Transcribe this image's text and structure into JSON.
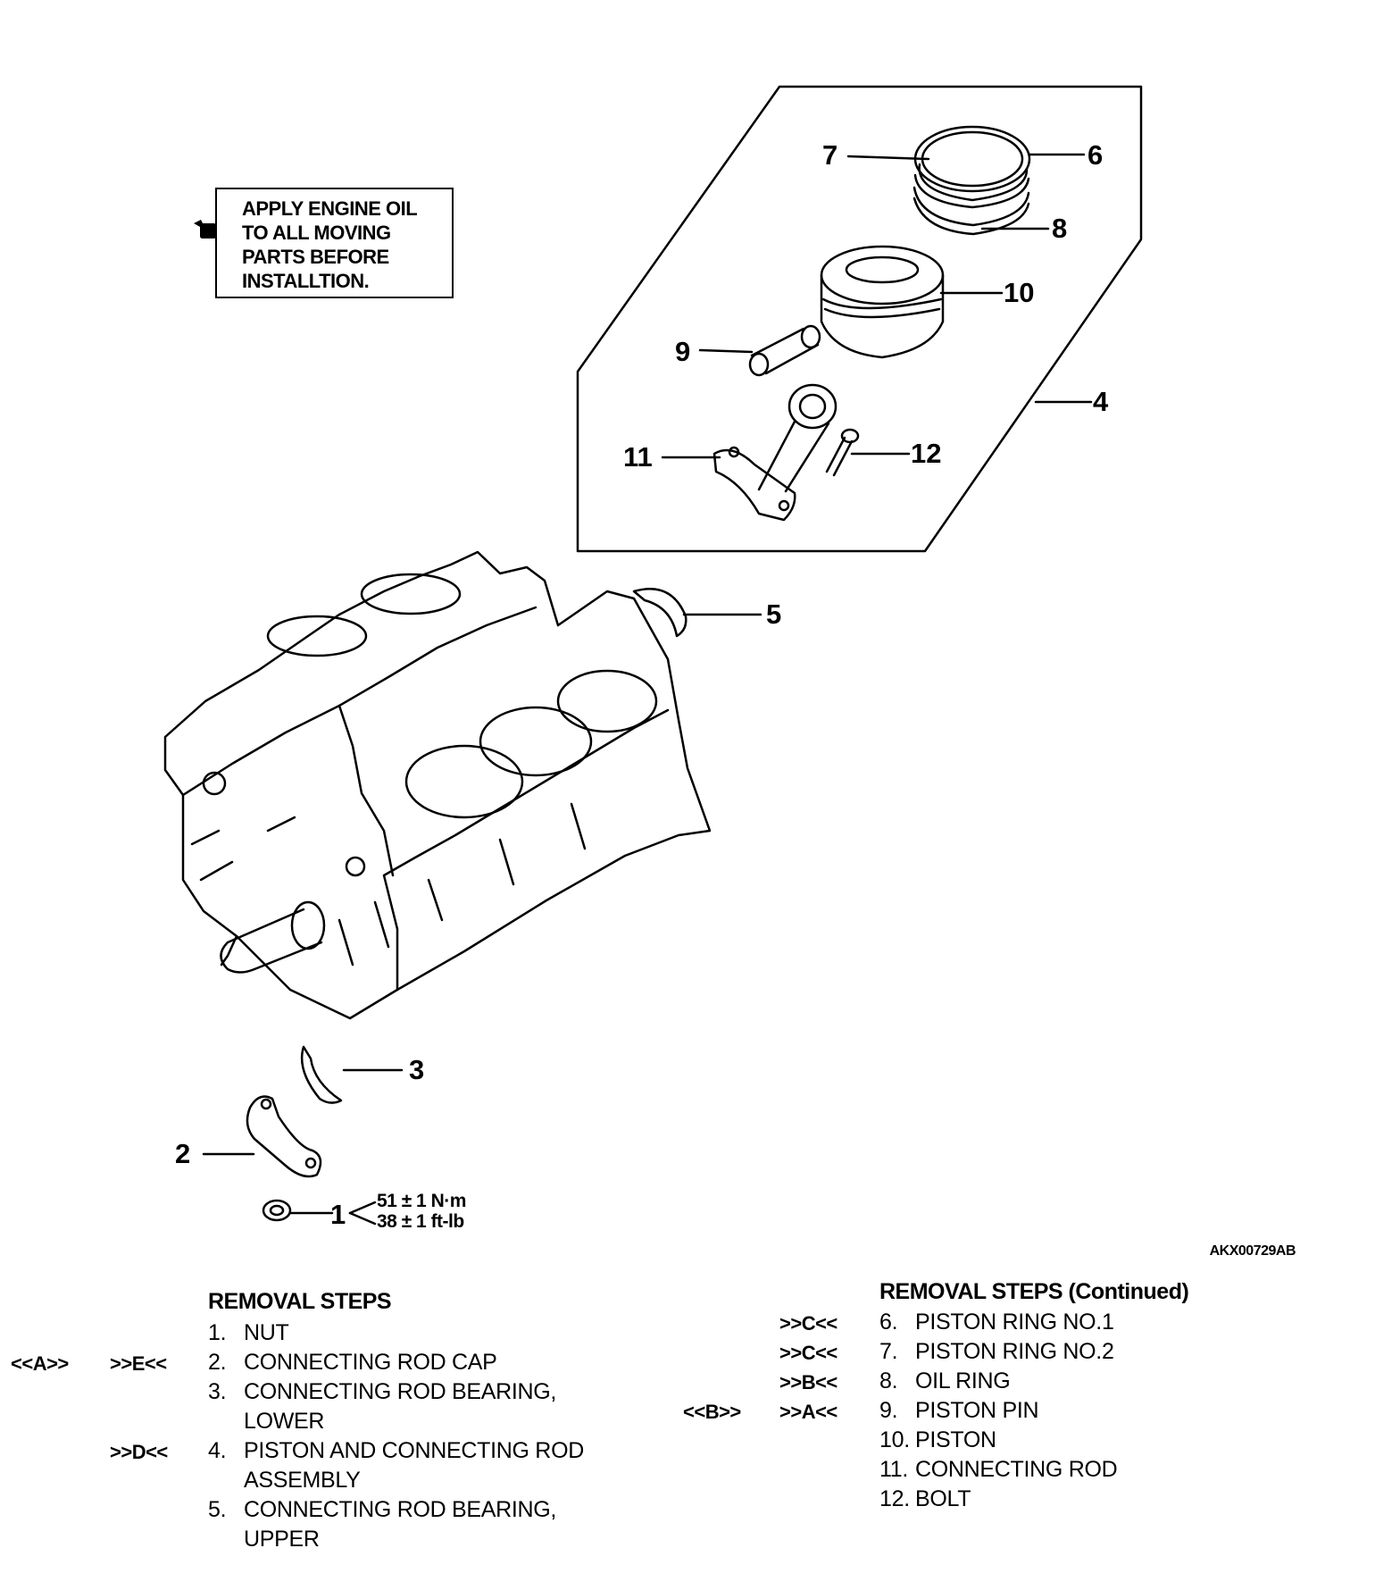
{
  "note": {
    "icon": "oil-can-icon",
    "text": "APPLY ENGINE OIL\nTO ALL MOVING\nPARTS BEFORE\nINSTALLTION."
  },
  "callouts": [
    "1",
    "2",
    "3",
    "4",
    "5",
    "6",
    "7",
    "8",
    "9",
    "10",
    "11",
    "12"
  ],
  "torque": {
    "metric": "51 ± 1 N·m",
    "imperial": "38 ± 1 ft-lb"
  },
  "figure_code": "AKX00729AB",
  "steps_left": {
    "title": "REMOVAL STEPS",
    "items": [
      {
        "num": "1.",
        "label": "NUT",
        "codes": []
      },
      {
        "num": "2.",
        "label": "CONNECTING ROD CAP",
        "codes": [
          "<<A>>",
          ">>E<<"
        ]
      },
      {
        "num": "3.",
        "label": "CONNECTING ROD BEARING,",
        "cont": "LOWER",
        "codes": []
      },
      {
        "num": "4.",
        "label": "PISTON AND CONNECTING ROD",
        "cont": "ASSEMBLY",
        "codes": [
          ">>D<<"
        ]
      },
      {
        "num": "5.",
        "label": "CONNECTING ROD BEARING,",
        "cont": "UPPER",
        "codes": []
      }
    ]
  },
  "steps_right": {
    "title": "REMOVAL STEPS (Continued)",
    "items": [
      {
        "num": "6.",
        "label": "PISTON RING NO.1",
        "codes": [
          ">>C<<"
        ]
      },
      {
        "num": "7.",
        "label": "PISTON RING NO.2",
        "codes": [
          ">>C<<"
        ]
      },
      {
        "num": "8.",
        "label": "OIL RING",
        "codes": [
          ">>B<<"
        ]
      },
      {
        "num": "9.",
        "label": "PISTON PIN",
        "codes": [
          "<<B>>",
          ">>A<<"
        ]
      },
      {
        "num": "10.",
        "label": "PISTON",
        "codes": []
      },
      {
        "num": "11.",
        "label": "CONNECTING ROD",
        "codes": []
      },
      {
        "num": "12.",
        "label": "BOLT",
        "codes": []
      }
    ]
  }
}
